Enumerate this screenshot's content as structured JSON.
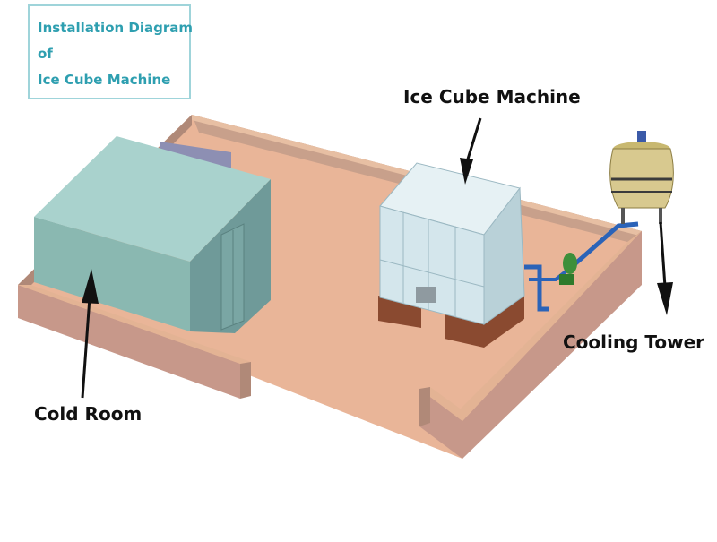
{
  "title": {
    "lines": [
      "Installation Diagram",
      "of",
      "Ice Cube Machine"
    ]
  },
  "labels": {
    "ice_cube_machine": "Ice Cube Machine",
    "cooling_tower": "Cooling Tower",
    "cold_room": "Cold Room"
  },
  "colors": {
    "floor": "#e9b598",
    "wall_top": "#e3b394",
    "wall_outer": "#c7988a",
    "wall_inner": "#b08978",
    "cold_room_front": "#8ab8b1",
    "cold_room_top": "#a9d2cd",
    "cold_room_side": "#6f9a99",
    "machine_front": "#d4e6ec",
    "machine_top": "#e6f1f4",
    "machine_side": "#b9d1d8",
    "brick": "#8a4a30",
    "pipe": "#2b63b8",
    "pump": "#3d8f3a",
    "tower": "#d8c98f",
    "title_text": "#2e9fb0",
    "title_border": "#9fd4da"
  }
}
